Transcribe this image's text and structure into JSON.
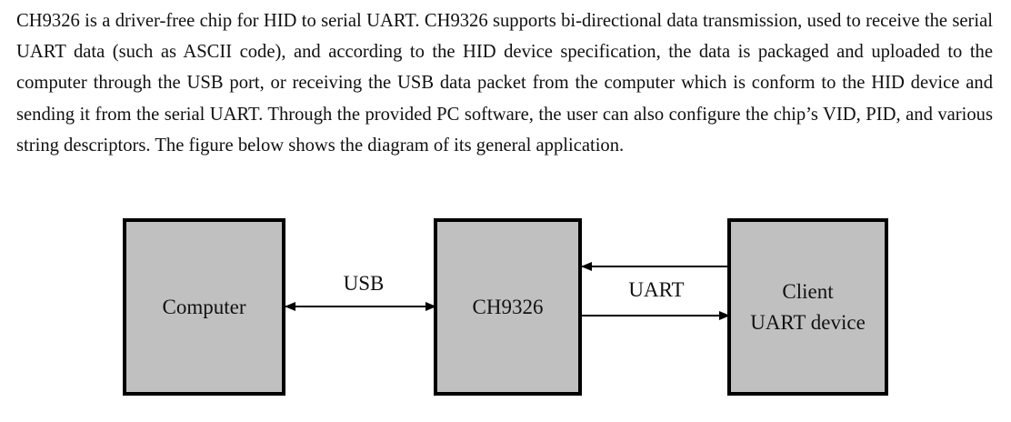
{
  "paragraph": "CH9326 is a driver-free chip for HID to serial UART. CH9326 supports bi-directional data transmission, used to receive the serial UART data (such as ASCII code), and according to the HID device specification, the data is packaged and uploaded to the computer through the USB port, or receiving the USB data packet from the computer which is conform to the HID device and sending it from the serial UART. Through the provided PC software, the user can also configure the chip’s VID, PID, and various string descriptors. The figure below shows the diagram of its general application.",
  "diagram": {
    "computer_label": "Computer",
    "chip_label": "CH9326",
    "client_line1": "Client",
    "client_line2": "UART device",
    "usb_label": "USB",
    "uart_label": "UART"
  },
  "colors": {
    "box_fill": "#c0c0c0",
    "border": "#000000",
    "text": "#111111"
  }
}
